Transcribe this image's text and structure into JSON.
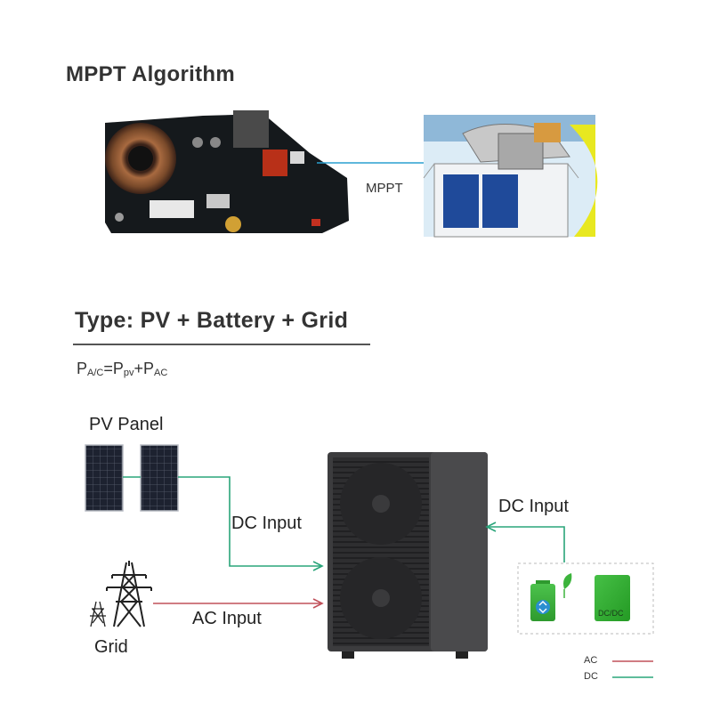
{
  "section1": {
    "title": "MPPT Algorithm",
    "link_label": "MPPT"
  },
  "section2": {
    "title": "Type: PV + Battery + Grid",
    "formula": {
      "lhs": "P",
      "lhs_sub": "A/C",
      "eq": "=",
      "t1": "P",
      "t1_sub": "pv",
      "plus": "+",
      "t2": "P",
      "t2_sub": "AC"
    }
  },
  "diagram": {
    "pv_label": "PV Panel",
    "grid_label": "Grid",
    "dc_input_left": "DC Input",
    "dc_input_right": "DC Input",
    "ac_input": "AC Input",
    "dcdc_label": "DC/DC"
  },
  "legend": {
    "ac": "AC",
    "dc": "DC"
  },
  "colors": {
    "ac_line": "#c0505a",
    "dc_line": "#2aa57a",
    "mppt_line": "#2a9fd0",
    "battery_green": "#3cb43c"
  }
}
